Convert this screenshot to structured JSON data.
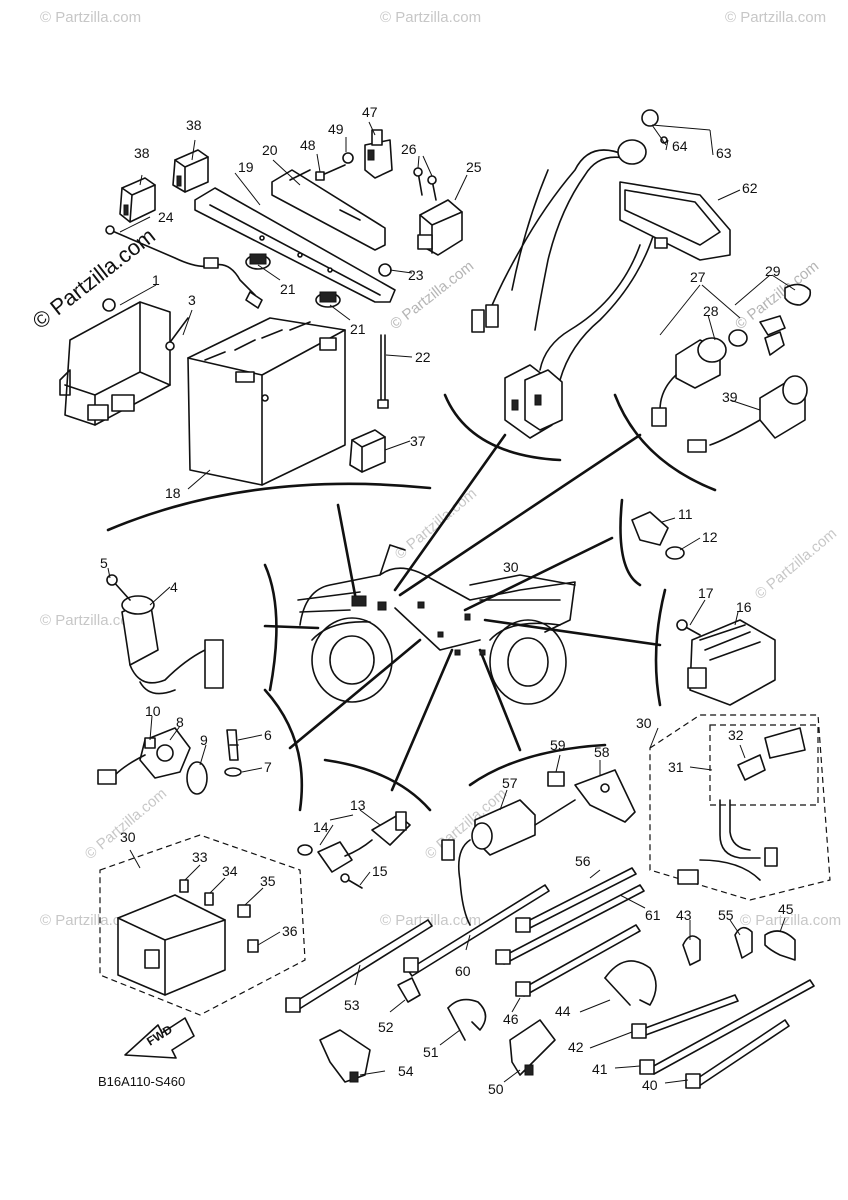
{
  "watermark": "© Partzilla.com",
  "diagram_code": "B16A110-S460",
  "direction_label": "FWD",
  "callouts": {
    "c1": "1",
    "c3": "3",
    "c4": "4",
    "c5": "5",
    "c6": "6",
    "c7": "7",
    "c8": "8",
    "c9": "9",
    "c10": "10",
    "c11": "11",
    "c12": "12",
    "c13": "13",
    "c14": "14",
    "c15": "15",
    "c16": "16",
    "c17": "17",
    "c18": "18",
    "c19": "19",
    "c20": "20",
    "c21a": "21",
    "c21b": "21",
    "c22": "22",
    "c23": "23",
    "c24": "24",
    "c25": "25",
    "c26": "26",
    "c27": "27",
    "c28": "28",
    "c29": "29",
    "c30a": "30",
    "c30b": "30",
    "c30c": "30",
    "c31": "31",
    "c32": "32",
    "c33": "33",
    "c34": "34",
    "c35": "35",
    "c36": "36",
    "c37": "37",
    "c38a": "38",
    "c38b": "38",
    "c39": "39",
    "c40": "40",
    "c41": "41",
    "c42": "42",
    "c43": "43",
    "c44": "44",
    "c45": "45",
    "c46": "46",
    "c47": "47",
    "c48": "48",
    "c49": "49",
    "c50": "50",
    "c51": "51",
    "c52": "52",
    "c53": "53",
    "c54": "54",
    "c55": "55",
    "c56": "56",
    "c57": "57",
    "c58": "58",
    "c59": "59",
    "c60": "60",
    "c61": "61",
    "c62": "62",
    "c63": "63",
    "c64": "64"
  }
}
